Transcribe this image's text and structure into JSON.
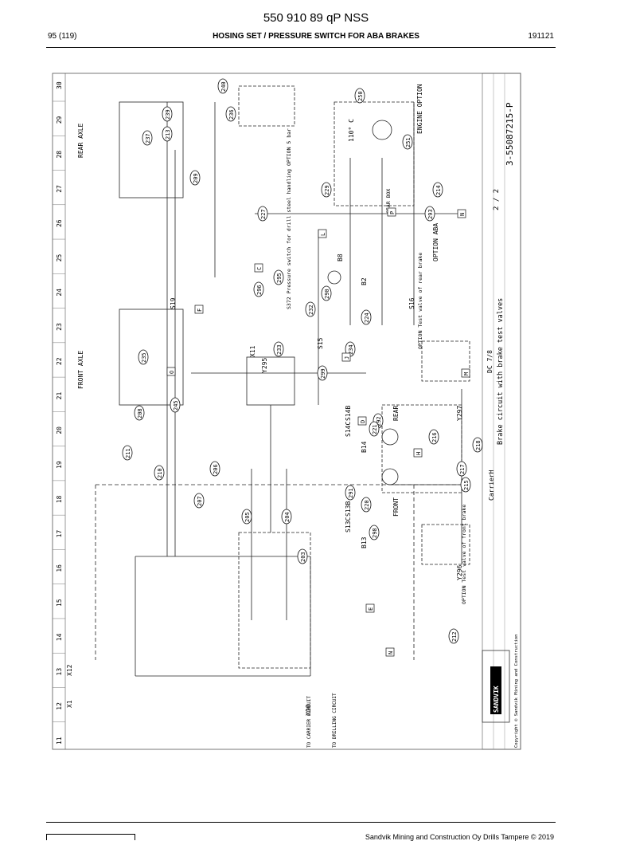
{
  "header": {
    "doc_number": "550 910 89 qP NSS",
    "page": "95 (119)",
    "section": "HOSING SET / PRESSURE SWITCH FOR ABA BRAKES",
    "date_code": "191121"
  },
  "drawing": {
    "title": "Brake circuit with brake test valves",
    "model": "DC 7/8",
    "drawing_number": "3-55087215-P",
    "sheet": "2 / 2",
    "carrier_label": "CarrierH",
    "copyright": "Copyright © Sandvik Mining and Construction",
    "brand": "SANDVIK",
    "column_numbers": [
      "11",
      "12",
      "13",
      "14",
      "15",
      "16",
      "17",
      "18",
      "19",
      "20",
      "21",
      "22",
      "23",
      "24",
      "25",
      "26",
      "27",
      "28",
      "29",
      "30"
    ],
    "labels": {
      "rear_axle": "REAR AXLE",
      "front_axle": "FRONT AXLE",
      "front": "FRONT",
      "rear": "REAR",
      "option": "OPTION",
      "option_aba": "OPTION ABA",
      "option_test_valve_front": "OPTION Test valve of front brake",
      "option_test_valve_rear": "OPTION Test valve of rear brake",
      "pressure_switch": "S372 Pressure switch for drill steel handling OPTION 5 bar",
      "engine": "ENGINE OPTION",
      "temp": "110° C",
      "gear_box": "GEAR BOX",
      "to_carrier_circuit": "TO CARRIER CIRCUIT",
      "to_drilling_circuit": "TO DRILLING CIRCUIT"
    },
    "components": [
      "X12",
      "X1",
      "X10",
      "X11",
      "S13B",
      "S13C",
      "S14B",
      "S14C",
      "B13",
      "B14",
      "S15",
      "S16",
      "B2",
      "B8",
      "S19",
      "Y296",
      "Y297",
      "Y295"
    ],
    "balloons": [
      "240",
      "236",
      "239",
      "213",
      "237",
      "209",
      "250",
      "251",
      "214",
      "229",
      "227",
      "293",
      "295",
      "296",
      "232",
      "290",
      "224",
      "234",
      "233",
      "235",
      "299",
      "208",
      "211",
      "210",
      "245",
      "292",
      "221",
      "216",
      "218",
      "206",
      "207",
      "215",
      "217",
      "205",
      "204",
      "291",
      "220",
      "298",
      "203",
      "212"
    ],
    "circuit_tags": [
      "P",
      "C",
      "L",
      "F",
      "O",
      "J",
      "D",
      "H",
      "M",
      "E",
      "N",
      "N"
    ]
  },
  "footer": {
    "publisher": "Sandvik Mining and Construction Oy Drills Tampere © 2019"
  }
}
